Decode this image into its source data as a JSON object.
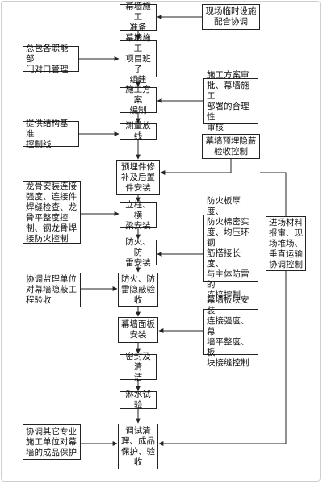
{
  "main_steps": [
    "幕墙施工\n准备",
    "幕墙施工\n项目班子\n组建",
    "施工方案\n编制",
    "测量放线",
    "预埋件修\n补及后置\n件安装",
    "立柱、横\n梁安装",
    "防火、防\n雷安装",
    "防火、防\n雷隐蔽验\n收",
    "幕墙面板\n安装",
    "密封及清\n洁",
    "淋水试验",
    "调试清\n理、成品\n保护、验\n收"
  ],
  "left_notes": [
    "总包各职能部\n门对口管理",
    "提供结构基准\n控制线",
    "龙骨安装连接\n强度、连接件\n焊缝检查、龙\n骨平整度控\n制、钢龙骨焊\n接防火控制",
    "协调监理单位\n对幕墙隐蔽工\n程验收",
    "协调其它专业\n施工单位对幕\n墙的成品保护"
  ],
  "right_notes": [
    "现场临时设施\n配合协调",
    "施工方案审\n批、幕墙施工\n部署的合理性\n审核",
    "幕墙预埋隐蔽\n验收控制",
    "防火板厚度、\n防火棉密实\n度、均压环钢\n筋搭接长度、\n与主体防雷的\n连接控制",
    "幕墙板块安装\n连接强度、幕\n墙平整度、板\n块接缝控制"
  ],
  "far_right_note": "进场材料\n报审、现\n场堆场、\n垂直运输\n协调控制",
  "colors": {
    "line": "#222222",
    "border": "#222222",
    "frame": "#cfcfcf"
  }
}
